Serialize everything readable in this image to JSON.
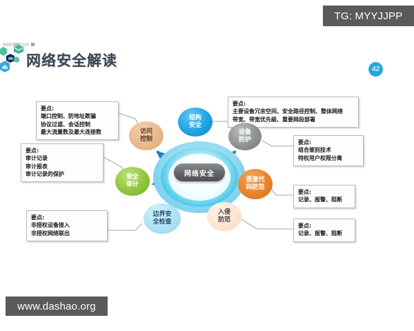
{
  "watermarks": {
    "top_right": "TG: MYYJJPP",
    "bottom_left": "www.dashao.org"
  },
  "header": {
    "title": "网络安全解读",
    "badge": "42"
  },
  "diagram": {
    "center": {
      "label": "网络安全",
      "color": "#5a5c5f"
    },
    "nodes": [
      {
        "id": "struct",
        "label_lines": [
          "结构",
          "安全"
        ],
        "color": "#1ea4e4"
      },
      {
        "id": "device",
        "label_lines": [
          "设备",
          "防护"
        ],
        "color": "#8e9294"
      },
      {
        "id": "malware",
        "label_lines": [
          "恶意代",
          "码防范"
        ],
        "color": "#e8822d"
      },
      {
        "id": "intrude",
        "label_lines": [
          "入侵",
          "防范"
        ],
        "color": "#fbe3cf"
      },
      {
        "id": "boundary",
        "label_lines": [
          "边界安",
          "全检查"
        ],
        "color": "#a9e1f4"
      },
      {
        "id": "audit",
        "label_lines": [
          "安全",
          "审计"
        ],
        "color": "#8fc63d"
      },
      {
        "id": "access",
        "label_lines": [
          "访问",
          "控制"
        ],
        "color": "#e9b98c"
      }
    ]
  },
  "notes": {
    "access": {
      "heading": "要点:",
      "lines": [
        "端口控制、防地址欺骗",
        "协议过滤、会话控制",
        "最大流量数及最大连接数"
      ]
    },
    "audit": {
      "heading": "要点:",
      "lines": [
        "审计记录",
        "审计报表",
        "审计记录的保护"
      ]
    },
    "boundary": {
      "heading": "要点:",
      "lines": [
        "非授权设备接入",
        "非授权网络联出"
      ]
    },
    "struct": {
      "heading": "要点:",
      "lines": [
        "主要设备冗余空间、安全路径控制、整体网络",
        "带宽、带宽优先级、重要网段部署"
      ]
    },
    "device": {
      "heading": "要点:",
      "lines": [
        "组合鉴别技术",
        "特权用户权限分离"
      ]
    },
    "malware": {
      "heading": "要点:",
      "lines": [
        "记录、报警、阻断"
      ]
    },
    "intrude": {
      "heading": "要点:",
      "lines": [
        "记录、报警、阻断"
      ]
    }
  }
}
